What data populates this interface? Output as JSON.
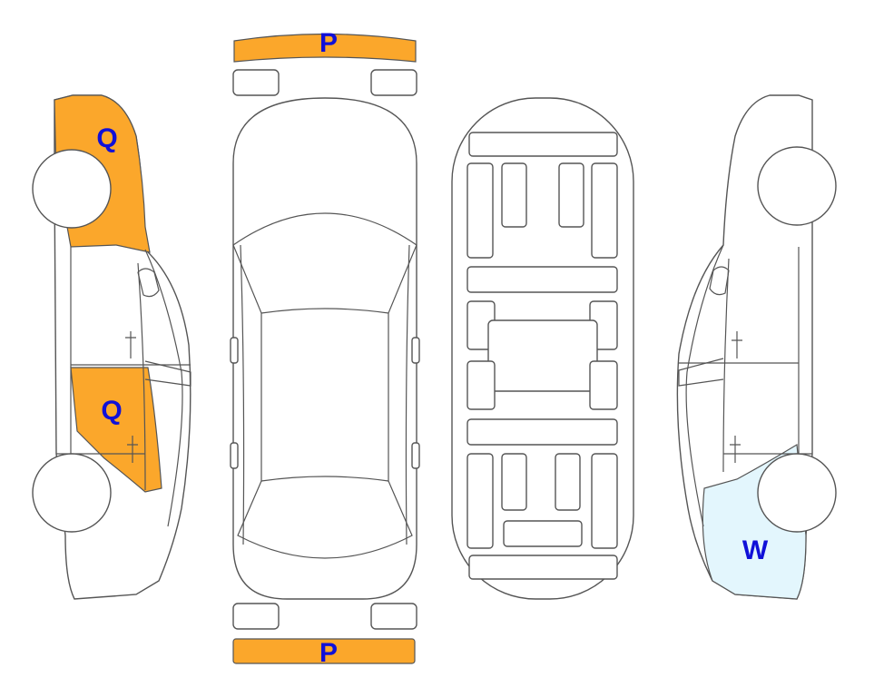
{
  "colors": {
    "damage_orange": "#FBA72B",
    "damage_light_blue": "#E3F6FD",
    "label_blue": "#1010D8",
    "outline": "#555555"
  },
  "labels": {
    "front_bumper": "P",
    "rear_bumper": "P",
    "left_front_fender": "Q",
    "left_rear_door": "Q",
    "right_rear_quarter": "W"
  }
}
